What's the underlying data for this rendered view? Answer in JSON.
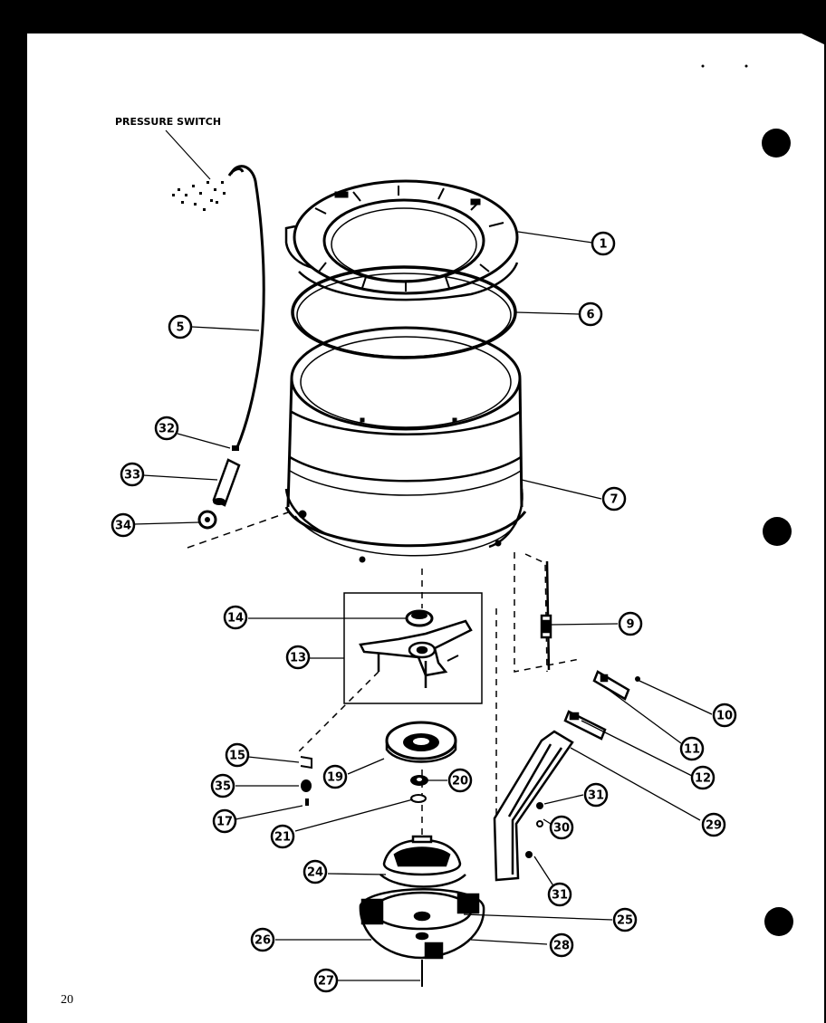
{
  "diagram": {
    "callout_title": "PRESSURE SWITCH",
    "page_number": "20",
    "colors": {
      "ink": "#000000",
      "paper": "#ffffff",
      "border": "#000000"
    },
    "callouts": [
      {
        "id": "c1",
        "label": "1"
      },
      {
        "id": "c6",
        "label": "6"
      },
      {
        "id": "c5",
        "label": "5"
      },
      {
        "id": "c7",
        "label": "7"
      },
      {
        "id": "c32a",
        "label": "32"
      },
      {
        "id": "c33",
        "label": "33"
      },
      {
        "id": "c34",
        "label": "34"
      },
      {
        "id": "c14",
        "label": "14"
      },
      {
        "id": "c13",
        "label": "13"
      },
      {
        "id": "c9",
        "label": "9"
      },
      {
        "id": "c10",
        "label": "10"
      },
      {
        "id": "c11",
        "label": "11"
      },
      {
        "id": "c12",
        "label": "12"
      },
      {
        "id": "c29",
        "label": "29"
      },
      {
        "id": "c15",
        "label": "15"
      },
      {
        "id": "c19",
        "label": "19"
      },
      {
        "id": "c35",
        "label": "35"
      },
      {
        "id": "c20",
        "label": "20"
      },
      {
        "id": "c17",
        "label": "17"
      },
      {
        "id": "c21",
        "label": "21"
      },
      {
        "id": "c31a",
        "label": "31"
      },
      {
        "id": "c30",
        "label": "30"
      },
      {
        "id": "c31b",
        "label": "31"
      },
      {
        "id": "c24",
        "label": "24"
      },
      {
        "id": "c25",
        "label": "25"
      },
      {
        "id": "c26",
        "label": "26"
      },
      {
        "id": "c28",
        "label": "28"
      },
      {
        "id": "c27",
        "label": "27"
      }
    ]
  }
}
